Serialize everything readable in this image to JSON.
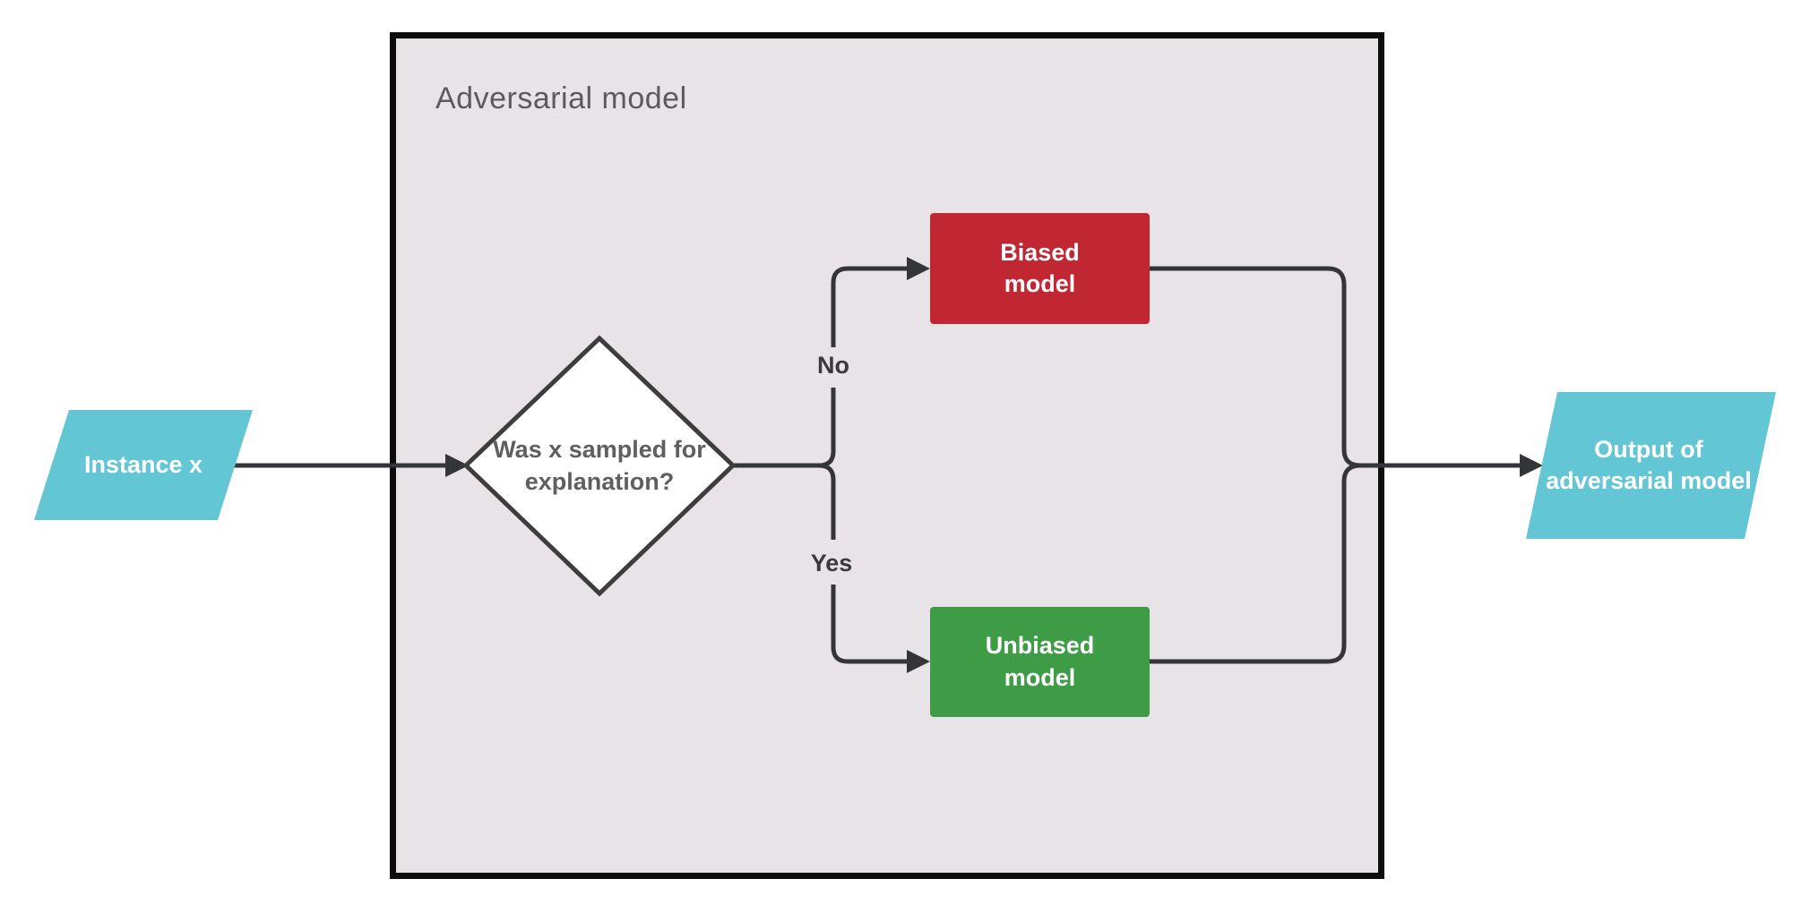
{
  "container": {
    "title": "Adversarial model",
    "background": "#e7e3e7",
    "border_color": "#0d0d0d",
    "title_color": "#5d5a5d"
  },
  "connector": {
    "color": "#343539"
  },
  "nodes": {
    "instance": {
      "label": "Instance x",
      "color": "#62c6d4",
      "text_color": "#ffffff"
    },
    "decision": {
      "line1": "Was x sampled for",
      "line2": "explanation?",
      "fill": "#ffffff",
      "border_color": "#3d3d3d",
      "text_color": "#5f5f5f"
    },
    "biased": {
      "line1": "Biased",
      "line2": "model",
      "color": "#c02733",
      "text_color": "#ffffff"
    },
    "unbiased": {
      "line1": "Unbiased",
      "line2": "model",
      "color": "#3e9c46",
      "text_color": "#ffffff"
    },
    "output": {
      "line1": "Output of",
      "line2": "adversarial model",
      "color": "#62c6d4",
      "text_color": "#ffffff"
    }
  },
  "edges": {
    "no_label": "No",
    "yes_label": "Yes"
  }
}
